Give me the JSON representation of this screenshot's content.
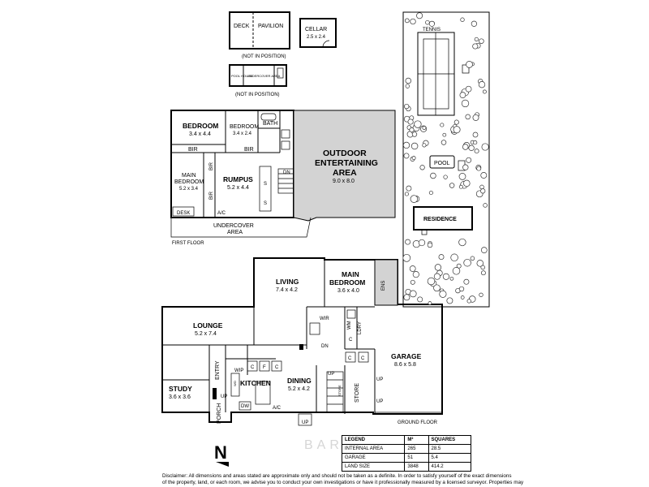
{
  "outbuildings": {
    "deck": "DECK",
    "pavilion": "PAVILION",
    "cellar": "CELLAR",
    "cellar_dims": "2.5 x 2.4",
    "not_in_position_1": "(NOT IN POSITION)",
    "not_in_position_2": "(NOT IN POSITION)",
    "undercover_area": "UNDERCOVER AREA",
    "pool_house": "POOL HOUSE"
  },
  "first_floor": {
    "label": "FIRST FLOOR",
    "bedroom_1": {
      "name": "BEDROOM",
      "dims": "3.4 x 4.4"
    },
    "bedroom_2": {
      "name": "BEDROOM",
      "dims": "3.4 x 2.4"
    },
    "bath": "BATH",
    "bir_1": "BIR",
    "bir_2": "BIR",
    "bir_3": "BIR",
    "bir_4": "BIR",
    "main_bedroom": {
      "name": "MAIN BEDROOM",
      "line1": "MAIN",
      "line2": "BEDROOM",
      "dims": "5.2 x 3.4"
    },
    "rumpus": {
      "name": "RUMPUS",
      "dims": "5.2 x 4.4"
    },
    "desk": "DESK",
    "ac": "A/C",
    "dn": "DN",
    "s1": "S",
    "s2": "S",
    "undercover": {
      "line1": "UNDERCOVER",
      "line2": "AREA"
    },
    "outdoor": {
      "line1": "OUTDOOR",
      "line2": "ENTERTAINING",
      "line3": "AREA",
      "dims": "9.0 x 8.0"
    }
  },
  "ground_floor": {
    "label": "GROUND FLOOR",
    "living": {
      "name": "LIVING",
      "dims": "7.4 x 4.2"
    },
    "main_bedroom": {
      "line1": "MAIN",
      "line2": "BEDROOM",
      "dims": "3.6 x 4.0"
    },
    "ens": "ENS",
    "wir": "WIR",
    "wm": "WM",
    "ldry": "LDRY",
    "dn": "DN",
    "lounge": {
      "name": "LOUNGE",
      "dims": "5.2 x 7.4"
    },
    "entry": "ENTRY",
    "wip": "WIP",
    "kitchen": "KITCHEN",
    "wo": "WO",
    "dw": "DW",
    "dining": {
      "name": "DINING",
      "dims": "5.2 x 4.2"
    },
    "study": {
      "name": "STUDY",
      "dims": "3.6 x 3.6"
    },
    "porch": "PORCH",
    "store": "STORE",
    "store_small": "STORE",
    "garage": {
      "name": "GARAGE",
      "dims": "8.6 x 5.8"
    },
    "ac": "A/C",
    "up_1": "UP",
    "up_2": "UP",
    "up_3": "UP",
    "up_4": "UP",
    "up_5": "UP",
    "c1": "C",
    "c2": "C",
    "c3": "C",
    "c4": "C",
    "c5": "C",
    "f": "F"
  },
  "site_plan": {
    "tennis": "TENNIS",
    "pool": "POOL",
    "residence": "RESIDENCE"
  },
  "compass": "N",
  "watermark": "BARRY PLANT",
  "legend": {
    "headers": [
      "LEGEND",
      "M²",
      "SQUARES"
    ],
    "rows": [
      [
        "INTERNAL AREA",
        "265",
        "28.5"
      ],
      [
        "GARAGE",
        "51",
        "5.4"
      ],
      [
        "LAND SIZE",
        "3848",
        "414.2"
      ]
    ]
  },
  "disclaimer": {
    "line1": "Disclaimer: All dimensions and areas stated are approximate only and should not be taken as a definite. In order to satisfy yourself of the exact dimensions",
    "line2": "of the property, land, or each room, we advise you to conduct your own investigations or have it professionally measured by a licensed surveyor. Properties may"
  }
}
